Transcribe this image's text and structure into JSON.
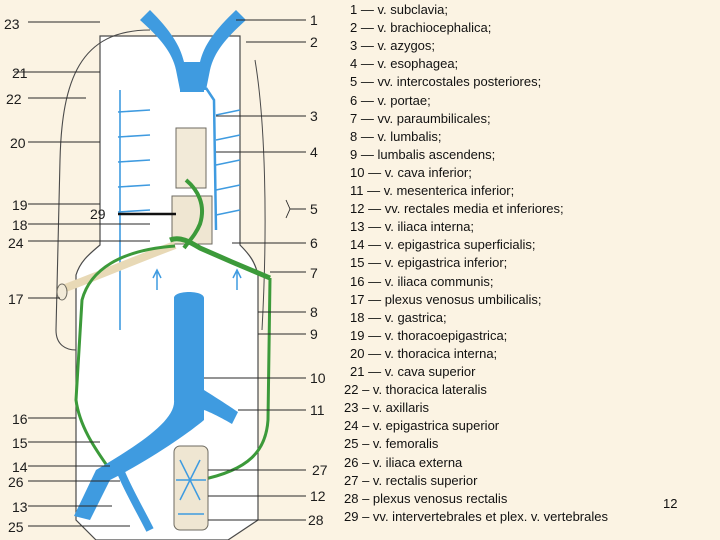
{
  "diagram": {
    "left_labels": [
      "23",
      "21",
      "22",
      "20",
      "19",
      "18",
      "24",
      "17",
      "16",
      "15",
      "14",
      "26",
      "13",
      "25"
    ],
    "right_labels": [
      "1",
      "2",
      "3",
      "4",
      "5",
      "6",
      "7",
      "8",
      "9",
      "10",
      "11",
      "27",
      "12",
      "28"
    ],
    "inner_labels": [
      "29"
    ],
    "colors": {
      "vein": "#3f9be0",
      "collateral": "#3c9a3a",
      "body": "#ffffff",
      "outline": "#4a4a4a",
      "background": "#fbf3e3"
    }
  },
  "legend": [
    {
      "num": "1 —",
      "text": "v. subclavia;"
    },
    {
      "num": "2 —",
      "text": "v. brachiocephalica;"
    },
    {
      "num": "3 —",
      "text": "v. azygos;"
    },
    {
      "num": "4 —",
      "text": "v. esophagea;"
    },
    {
      "num": "5 —",
      "text": "vv. intercostales posteriores;"
    },
    {
      "num": "6 —",
      "text": "v. portae;"
    },
    {
      "num": "7 —",
      "text": "vv. paraumbilicales;"
    },
    {
      "num": "8 —",
      "text": "v. lumbalis;"
    },
    {
      "num": "9 —",
      "text": "lumbalis ascendens;"
    },
    {
      "num": "10 —",
      "text": "v. cava inferior;"
    },
    {
      "num": "11 —",
      "text": "v. mesenterica inferior;"
    },
    {
      "num": "12 —",
      "text": "vv. rectales media et inferiores;"
    },
    {
      "num": "13 —",
      "text": "v. iliaca interna;"
    },
    {
      "num": "14 —",
      "text": "v. epigastrica superficialis;"
    },
    {
      "num": "15 —",
      "text": "v. epigastrica inferior;"
    },
    {
      "num": "16 —",
      "text": "v. iliaca communis;"
    },
    {
      "num": "17 —",
      "text": "plexus venosus umbilicalis;"
    },
    {
      "num": "18 —",
      "text": "v. gastrica;"
    },
    {
      "num": "19 —",
      "text": "v. thoracoepigastrica;"
    },
    {
      "num": "20 —",
      "text": "v. thoracica interna;"
    },
    {
      "num": "21 —",
      "text": "v. cava superior"
    },
    {
      "num": "22 –",
      "text": "v. thoracica lateralis"
    },
    {
      "num": "23 –",
      "text": "v. axillaris"
    },
    {
      "num": "24 –",
      "text": "v. epigastrica superior"
    },
    {
      "num": "25 –",
      "text": "v. femoralis"
    },
    {
      "num": "26 –",
      "text": "v. iliaca externa"
    },
    {
      "num": "27 –",
      "text": "v. rectalis superior"
    },
    {
      "num": "28 –",
      "text": "plexus venosus rectalis"
    },
    {
      "num": "29 –",
      "text": "vv. intervertebrales et plex. v. vertebrales"
    }
  ],
  "slide_number": "12"
}
